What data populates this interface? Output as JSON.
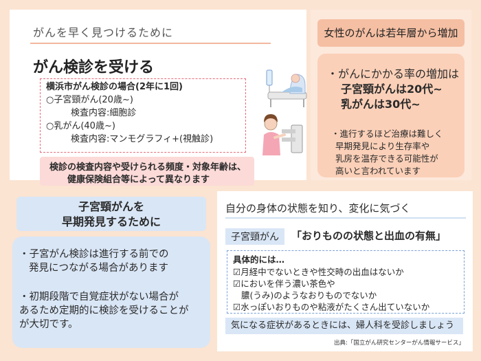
{
  "top_left": {
    "kicker": "がんを早く見つけるために",
    "headline": "がん検診を受ける",
    "box_lines": [
      "横浜市がん検診の場合(2年に1回)",
      "○子宮頸がん(20歳~)",
      "検査内容:細胞診",
      "○乳がん(40歳~)",
      "検査内容:マンモグラフィ+(視触診)"
    ],
    "note_lines": [
      "検診の検査内容や受けられる頻度・対象年齢は、",
      "健康保険組合等によって異なります"
    ]
  },
  "top_right": {
    "title": "女性のがんは若年層から増加",
    "lines": [
      "・がんにかかる率の増加は",
      "子宮頸がんは20代~",
      "乳がんは30代~"
    ],
    "detail_lines": [
      "・進行するほど治療は難しく",
      "早期発見により生存率や",
      "乳房を温存できる可能性が",
      "高いと言われています"
    ]
  },
  "bottom_left": {
    "title_lines": [
      "子宮頸がんを",
      "早期発見するために"
    ],
    "lines": [
      "・子宮がん検診は進行する前での",
      "発見につながる場合があります",
      "・初期段階で自覚症状がない場合が",
      "あるため定期的に検診を受けることが",
      "が大切です。"
    ]
  },
  "bottom_right": {
    "title": "自分の身体の状態を知り、変化に気づく",
    "badge": "子宮頸がん",
    "headline": "「おりものの状態と出血の有無」",
    "box_lines": [
      "具体的には…",
      "☑月経中でないときや性交時の出血はないか",
      "☑においを伴う濃い茶色や",
      "膿(うみ)のようなおりものでないか",
      "☑水っぽいおりものや粘液がたくさん出ていないか"
    ],
    "footer": "気になる症状があるときには、婦人科を受診しましょう",
    "source": "出典:「国立がん研究センターがん情報サービス」"
  },
  "icons": [
    "patient-bed-icon",
    "mammography-icon"
  ],
  "colors": {
    "peach": "#fbd0b8",
    "blue": "#d9e6f6",
    "pink_dash": "#e76a78",
    "blue_dash": "#7aa0d6"
  }
}
